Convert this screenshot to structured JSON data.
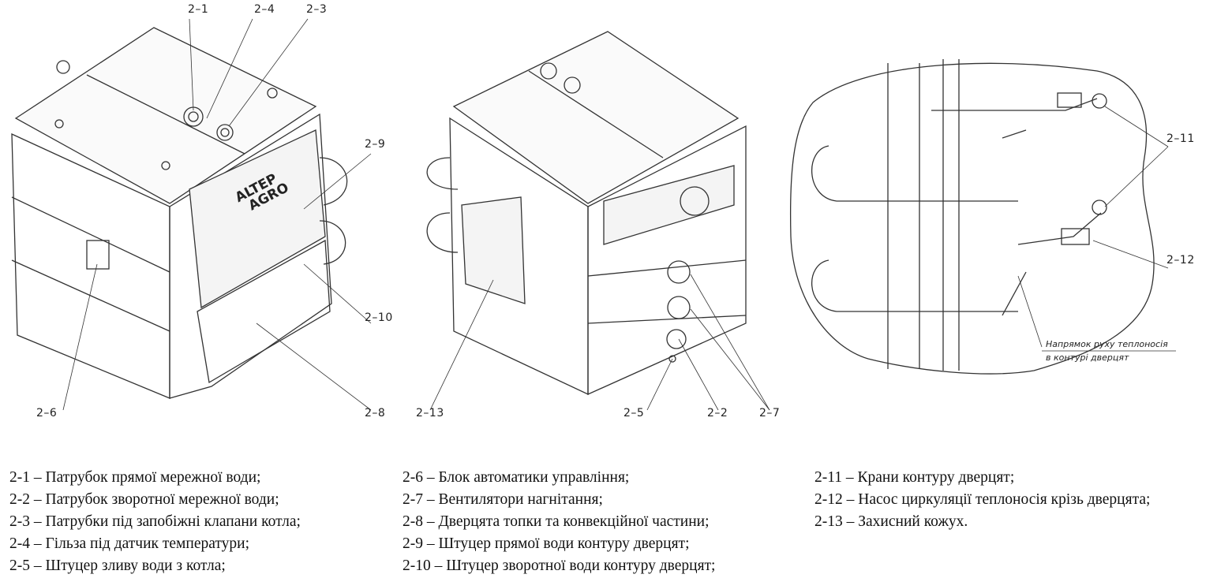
{
  "brand": {
    "line1": "ALTEP",
    "line2": "AGRO"
  },
  "callouts": {
    "c2_1": "2–1",
    "c2_4": "2–4",
    "c2_3": "2–3",
    "c2_9": "2–9",
    "c2_10": "2–10",
    "c2_6": "2–6",
    "c2_8": "2–8",
    "c2_13": "2–13",
    "c2_5": "2–5",
    "c2_2": "2–2",
    "c2_7": "2–7",
    "c2_11": "2–11",
    "c2_12": "2–12"
  },
  "flow_note": {
    "line1": "Напрямок руху теплоносія",
    "line2": "в контурі дверцят"
  },
  "legend": {
    "col1": [
      "2-1 – Патрубок прямої мережної води;",
      "2-2 – Патрубок зворотної мережної води;",
      "2-3 – Патрубки під запобіжні клапани котла;",
      "2-4 – Гільза під датчик температури;",
      "2-5 – Штуцер зливу води з котла;"
    ],
    "col2": [
      "2-6 – Блок автоматики управління;",
      "2-7 – Вентилятори нагнітання;",
      "2-8 – Дверцята топки та конвекційної частини;",
      "2-9 – Штуцер прямої води контуру дверцят;",
      "2-10 – Штуцер зворотної води контуру дверцят;"
    ],
    "col3": [
      "2-11 – Крани контуру дверцят;",
      "2-12 – Насос циркуляції теплоносія крізь дверцята;",
      "2-13 – Захисний кожух."
    ]
  }
}
